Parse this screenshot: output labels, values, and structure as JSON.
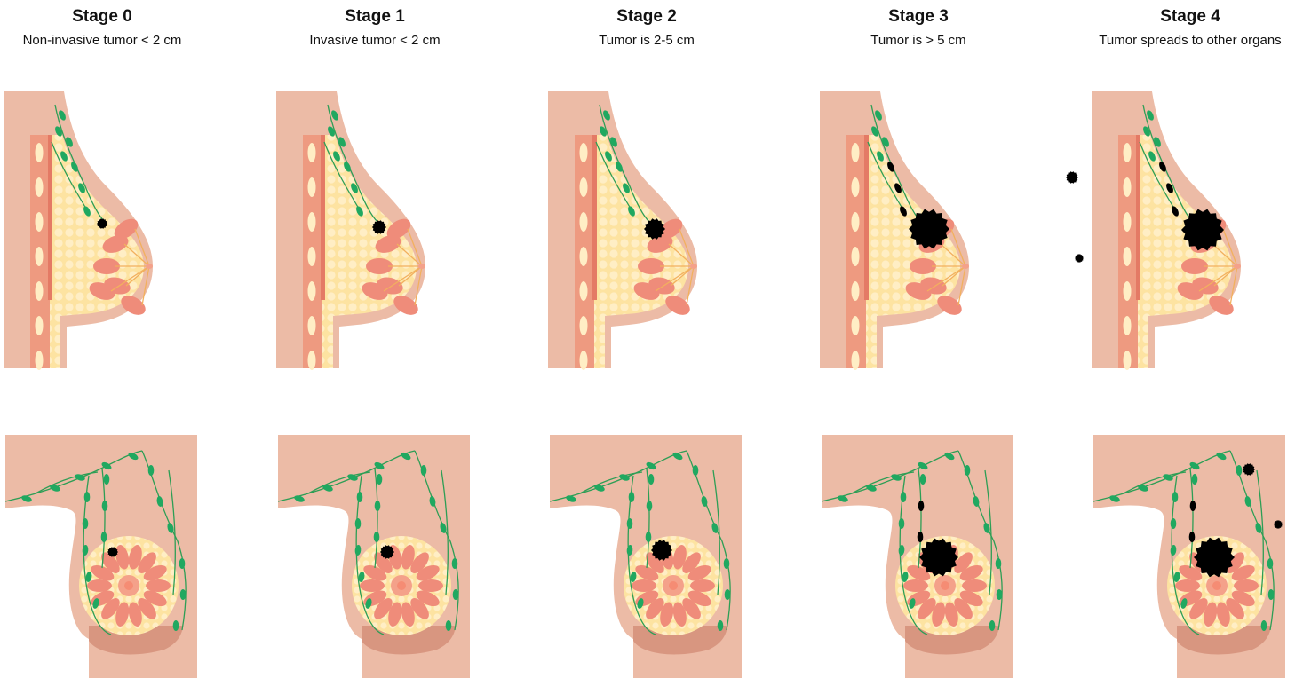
{
  "stages": [
    {
      "title": "Stage 0",
      "subtitle": "Non-invasive tumor < 2 cm",
      "tumor": 0
    },
    {
      "title": "Stage 1",
      "subtitle": "Invasive tumor < 2 cm",
      "tumor": 1
    },
    {
      "title": "Stage 2",
      "subtitle": "Tumor is 2-5 cm",
      "tumor": 2
    },
    {
      "title": "Stage 3",
      "subtitle": "Tumor is > 5 cm",
      "tumor": 3
    },
    {
      "title": "Stage 4",
      "subtitle": "Tumor spreads to other organs",
      "tumor": 4
    }
  ],
  "colors": {
    "skin": "#ecbba6",
    "fat": "#fde3a1",
    "fat_cell": "#ffeec5",
    "muscle": "#ee9a80",
    "muscle_dark": "#e47a65",
    "lobule": "#ef8c7a",
    "lobule_dark": "#e67466",
    "lymph": "#20a860",
    "lymph_line": "#2d9e55",
    "tumor": "#000000",
    "nipple": "#f4a18a",
    "shade": "#d89680"
  }
}
